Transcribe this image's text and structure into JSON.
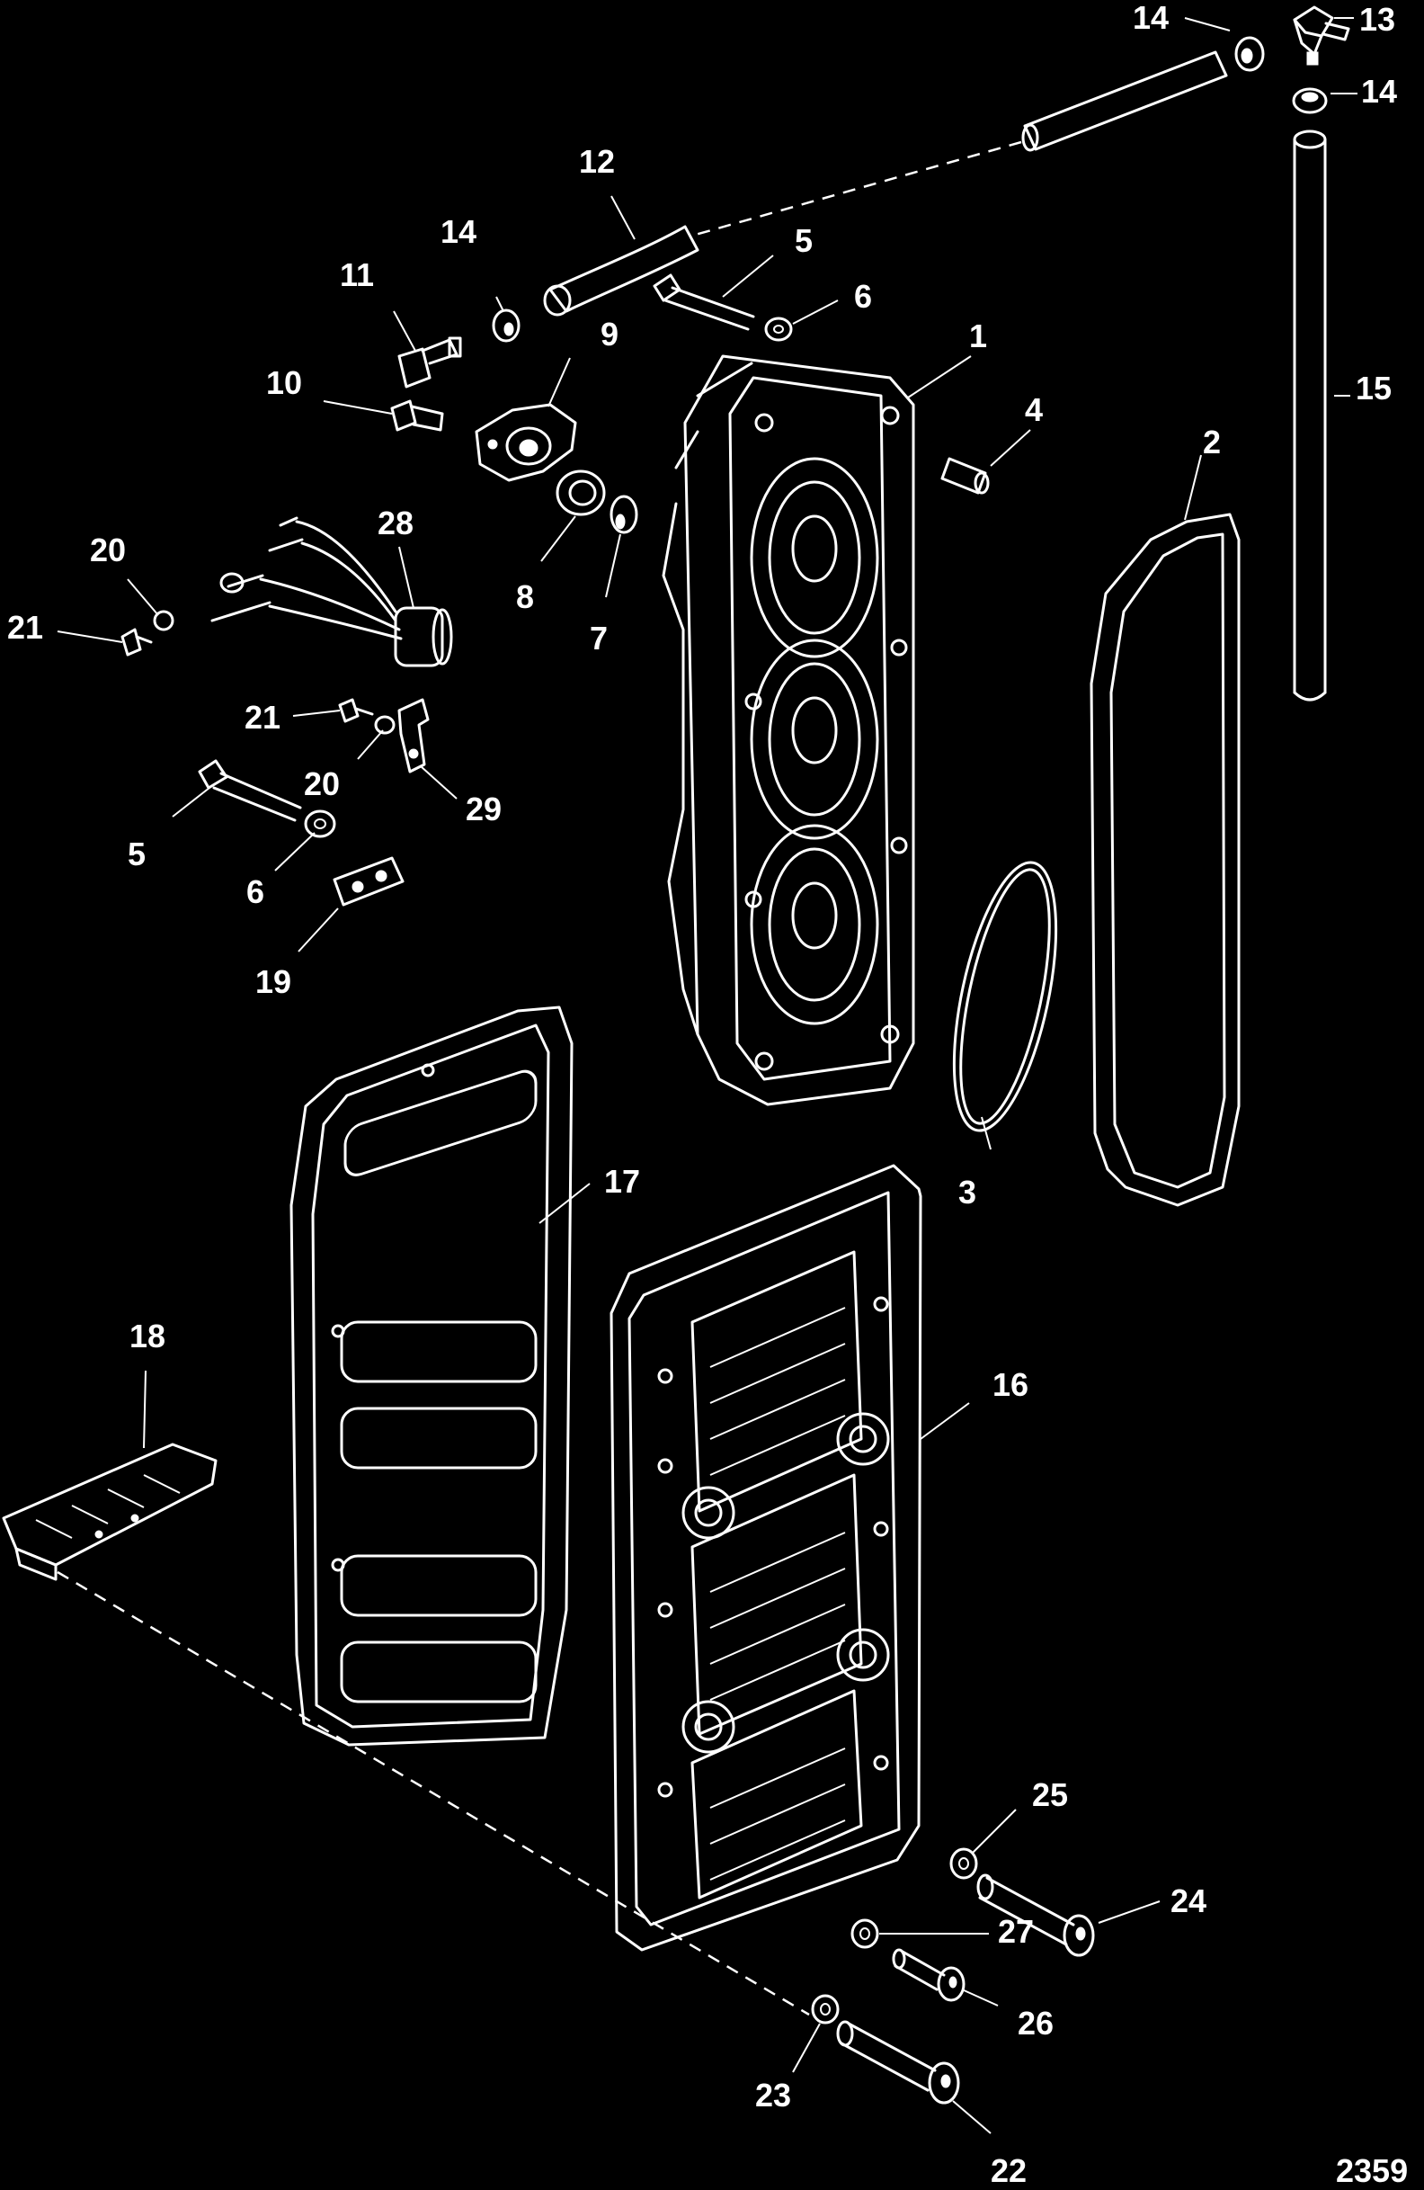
{
  "diagram": {
    "figure_number": "2359",
    "callouts": {
      "c1": "1",
      "c2": "2",
      "c3": "3",
      "c4": "4",
      "c5a": "5",
      "c5b": "5",
      "c6a": "6",
      "c6b": "6",
      "c7": "7",
      "c8": "8",
      "c9": "9",
      "c10": "10",
      "c11": "11",
      "c12": "12",
      "c13": "13",
      "c14a": "14",
      "c14b": "14",
      "c14c": "14",
      "c15": "15",
      "c16": "16",
      "c17": "17",
      "c18": "18",
      "c19": "19",
      "c20a": "20",
      "c20b": "20",
      "c21a": "21",
      "c21b": "21",
      "c22": "22",
      "c23": "23",
      "c24": "24",
      "c25": "25",
      "c26": "26",
      "c27": "27",
      "c28": "28",
      "c29": "29"
    }
  }
}
